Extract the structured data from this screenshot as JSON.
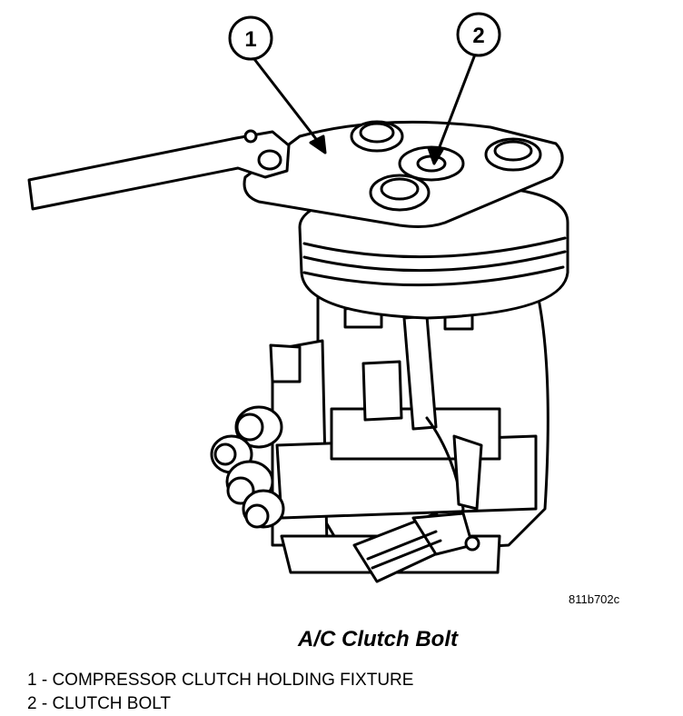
{
  "callouts": [
    "1",
    "2"
  ],
  "figure_id": "811b702c",
  "caption": "A/C Clutch Bolt",
  "legend": [
    "1 - COMPRESSOR CLUTCH HOLDING FIXTURE",
    "2 - CLUTCH BOLT"
  ]
}
